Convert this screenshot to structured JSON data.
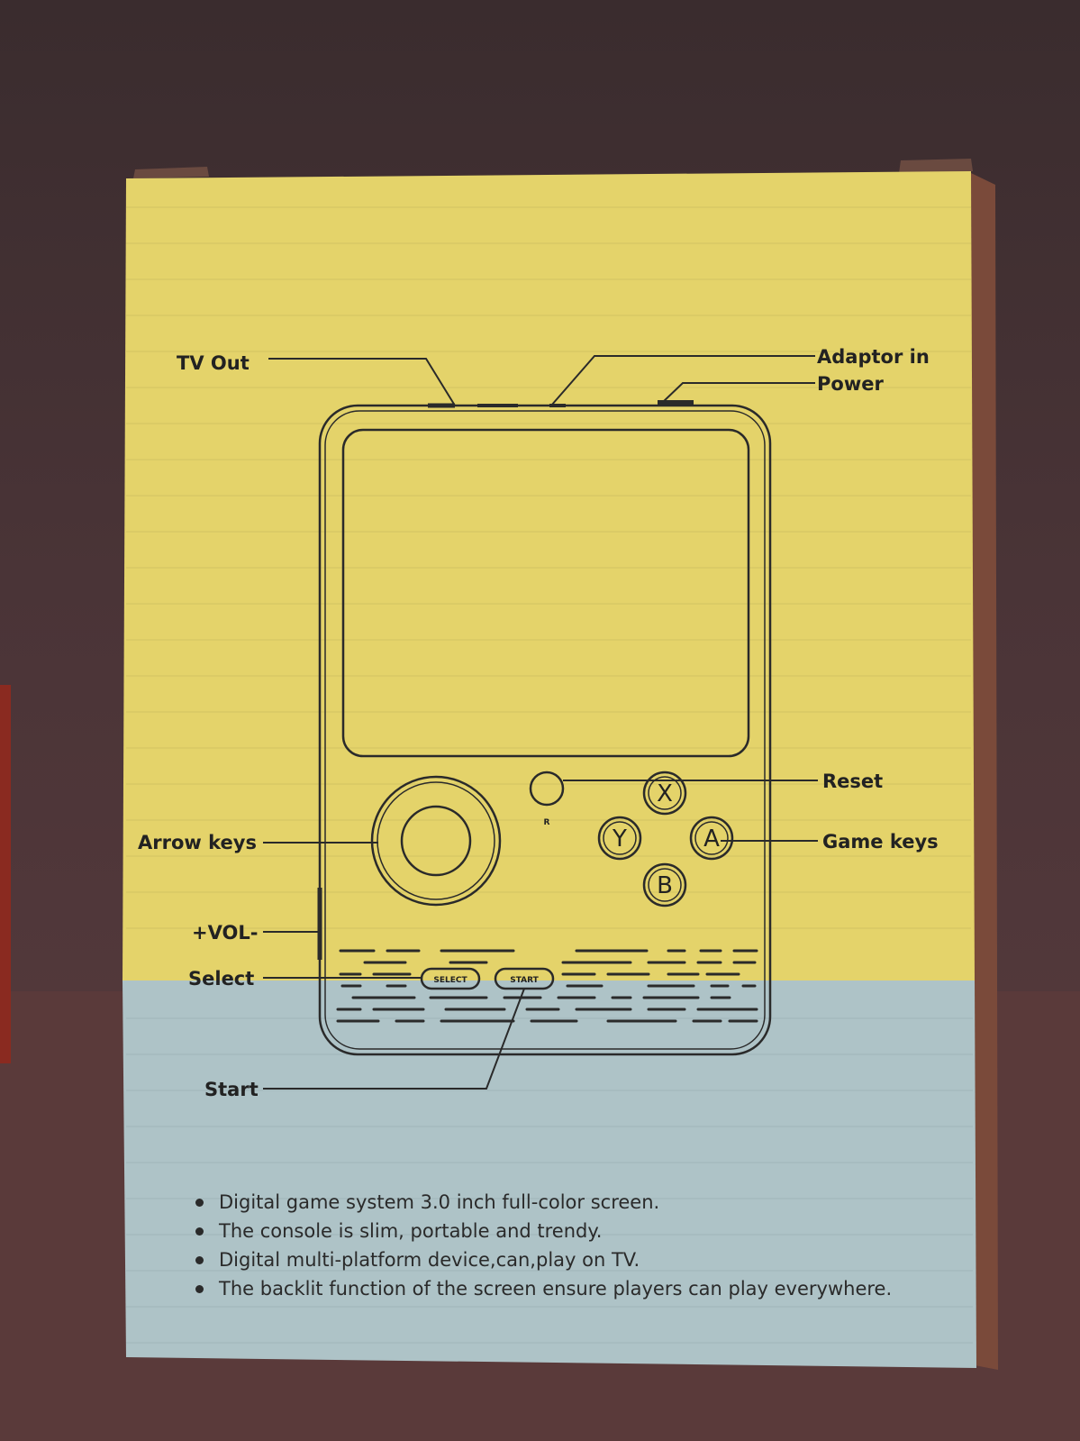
{
  "callouts": {
    "tv_out": "TV Out",
    "adaptor_in": "Adaptor in",
    "power": "Power",
    "reset": "Reset",
    "arrow_keys": "Arrow keys",
    "game_keys": "Game keys",
    "vol": "+VOL-",
    "select": "Select",
    "start": "Start"
  },
  "device": {
    "reset_label": "R",
    "button_x": "X",
    "button_y": "Y",
    "button_a": "A",
    "button_b": "B",
    "select_button": "SELECT",
    "start_button": "START"
  },
  "features": [
    "Digital game system 3.0 inch full-color screen.",
    "The console is slim, portable and trendy.",
    "Digital multi-platform device,can,play on TV.",
    "The backlit function of the screen ensure players can play everywhere."
  ],
  "colors": {
    "box_yellow": "#e4d36a",
    "box_blue": "#aec3c7",
    "line": "#2a2a2a",
    "background": "#3f2e31"
  }
}
